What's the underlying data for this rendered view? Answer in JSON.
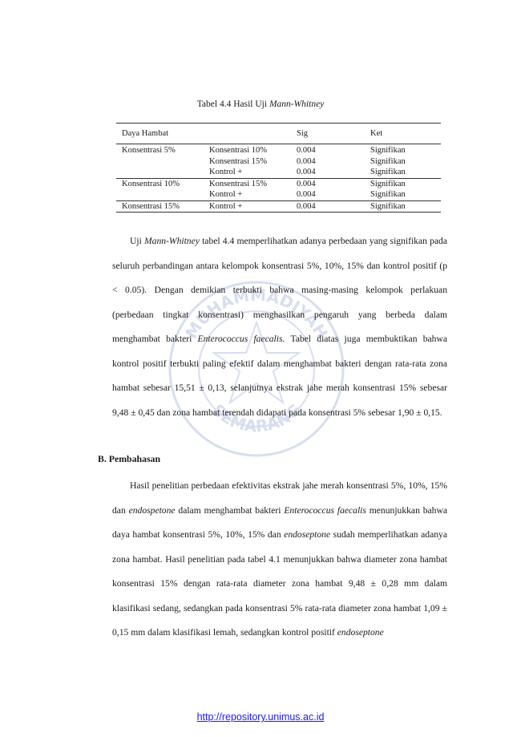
{
  "watermark": {
    "top_text": "MUHAMMADIYAH",
    "bottom_text": "SEMARANG"
  },
  "caption": {
    "prefix": "Tabel 4.4 Hasil Uji ",
    "italic": "Mann-Whitney"
  },
  "table": {
    "headers": [
      "Daya Hambat",
      "",
      "Sig",
      "Ket"
    ],
    "rows": [
      [
        "Konsentrasi 5%",
        "Konsentrasi 10%",
        "0.004",
        "Signifikan"
      ],
      [
        "",
        "Konsentrasi 15%",
        "0.004",
        "Signifikan"
      ],
      [
        "",
        "Kontrol +",
        "0.004",
        "Signifikan"
      ],
      [
        "Konsentrasi 10%",
        "Konsentrasi 15%",
        "0.004",
        "Signifikan"
      ],
      [
        "",
        "Kontrol +",
        "0.004",
        "Signifikan"
      ],
      [
        "Konsentrasi 15%",
        "Kontrol +",
        "0.004",
        "Signifikan"
      ]
    ]
  },
  "paragraph1": {
    "s1": "Uji ",
    "i1": "Mann-Whitney",
    "s2": " tabel 4.4 memperlihatkan adanya perbedaan yang signifikan pada seluruh perbandingan antara kelompok konsentrasi 5%, 10%, 15% dan kontrol positif (p < 0.05). Dengan demikian terbukti bahwa masing-masing kelompok perlakuan (perbedaan tingkat konsentrasi) menghasilkan pengaruh yang berbeda dalam menghambat bakteri ",
    "i2": "Enterococcus faecalis.",
    "s3": " Tabel diatas juga membuktikan bahwa kontrol positif terbukti paling efektif dalam menghambat bakteri dengan rata-rata zona hambat sebesar 15,51 ± 0,13, selanjutnya ekstrak jahe merah konsentrasi 15% sebesar 9,48 ± 0,45 dan zona hambat terendah didapati pada konsentrasi 5% sebesar 1,90 ± 0,15."
  },
  "section_heading": "B. Pembahasan",
  "paragraph2": {
    "s1": "Hasil penelitian perbedaan efektivitas ekstrak jahe merah konsentrasi 5%, 10%, 15% dan ",
    "i1": "endospetone",
    "s2": " dalam menghambat bakteri ",
    "i2": "Enterococcus faecalis",
    "s3": " menunjukkan bahwa daya hambat konsentrasi 5%, 10%, 15% dan ",
    "i3": "endoseptone",
    "s4": " sudah memperlihatkan adanya zona hambat. Hasil penelitian pada tabel 4.1 menunjukkan bahwa diameter zona hambat konsentrasi 15% dengan rata-rata diameter zona hambat 9,48 ± 0,28 mm dalam klasifikasi sedang, sedangkan pada konsentrasi 5% rata-rata diameter zona hambat 1,09 ± 0,15 mm dalam klasifikasi lemah, sedangkan kontrol positif ",
    "i4": "endoseptone"
  },
  "footer": {
    "link": "http://repository.unimus.ac.id"
  },
  "colors": {
    "link": "#1a1aee",
    "watermark": "#2a4fa8"
  }
}
